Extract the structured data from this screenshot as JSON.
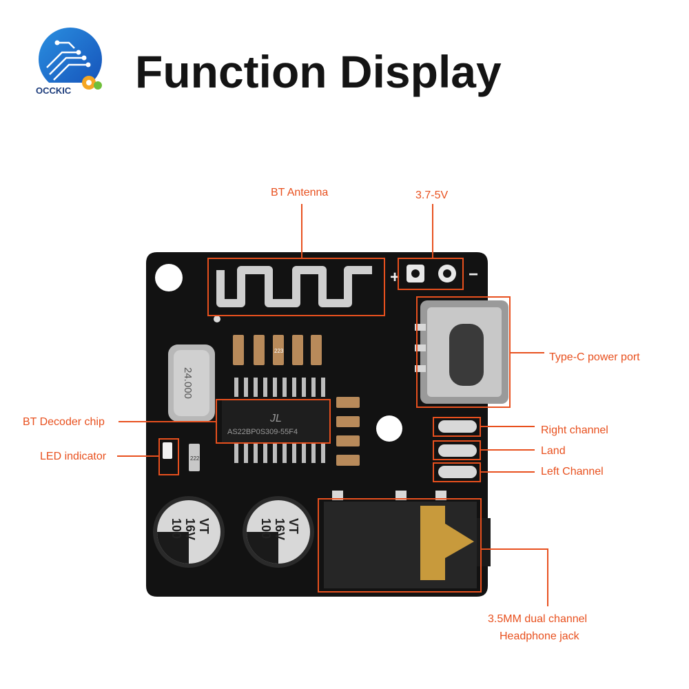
{
  "brand": {
    "name": "OCCKIC"
  },
  "title": "Function Display",
  "colors": {
    "accent": "#e8501e",
    "board": "#121212",
    "title": "#141414"
  },
  "callouts": {
    "bt_antenna": "BT Antenna",
    "power_voltage": "3.7-5V",
    "type_c": "Type-C power port",
    "bt_decoder": "BT Decoder chip",
    "led": "LED indicator",
    "right_channel": "Right channel",
    "land": "Land",
    "left_channel": "Left Channel",
    "jack_line1": "3.5MM dual channel",
    "jack_line2": "Headphone jack"
  },
  "board_markings": {
    "plus": "+",
    "minus": "−",
    "crystal": "24.000",
    "chip_logo": "JL",
    "chip_part": "AS22BP0S309-55F4",
    "resistor_223": "223",
    "resistor_222": "222",
    "cap_label_1": "100",
    "cap_label_2": "16V",
    "cap_label_3": "VT"
  }
}
